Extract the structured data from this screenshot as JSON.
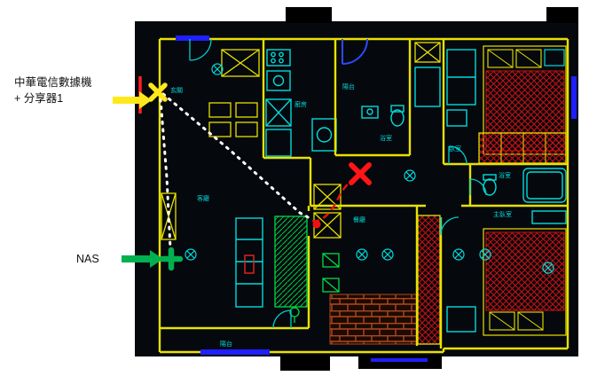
{
  "annotations": {
    "modem": {
      "line1": "中華電信數據機",
      "line2": "+ 分享器1"
    },
    "nas": {
      "label": "NAS"
    }
  },
  "rooms": [
    {
      "label": "玄關"
    },
    {
      "label": "廚房"
    },
    {
      "label": "陽台"
    },
    {
      "label": "浴室"
    },
    {
      "label": "客廳"
    },
    {
      "label": "餐廳"
    },
    {
      "label": "臥室"
    },
    {
      "label": "主臥室"
    },
    {
      "label": "浴室"
    },
    {
      "label": "陽台"
    }
  ],
  "markers": [
    {
      "name": "modem-location",
      "shape": "x-cross",
      "color": "#ffe81a"
    },
    {
      "name": "nas-location",
      "shape": "plus",
      "color": "#00b050"
    },
    {
      "name": "highlight-point",
      "shape": "x-cross",
      "color": "#ff1515"
    },
    {
      "name": "cable-junction",
      "shape": "dot",
      "color": "#ee1111"
    }
  ],
  "colors": {
    "canvas_bg": "#05080d",
    "wall": "#e8e100",
    "furniture": "#00dcdc",
    "window": "#1f1fff",
    "bed_hatch": "#cc1111",
    "tatami_hatch": "#00cc44",
    "wood_floor": "#b0491d",
    "cable_route": "#ffffff"
  }
}
